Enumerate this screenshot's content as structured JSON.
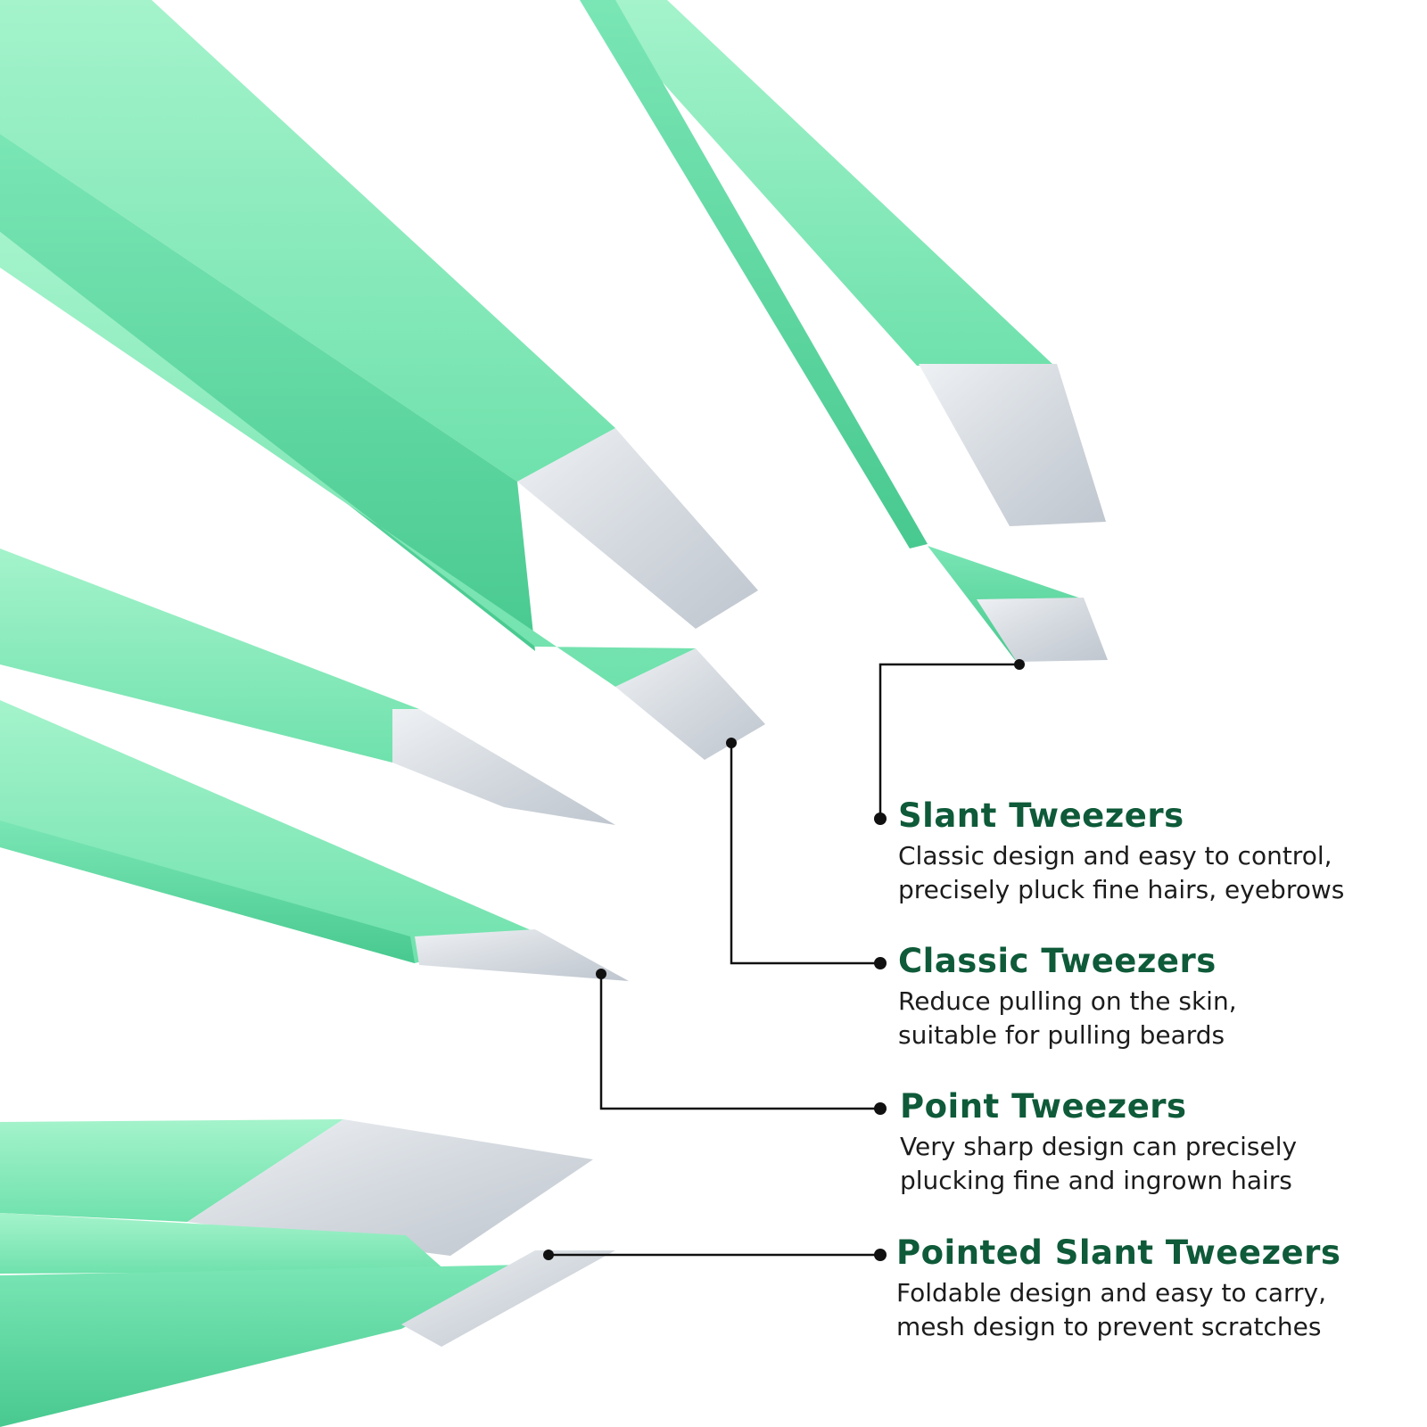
{
  "colors": {
    "title_green": "#0e5a39",
    "handle_light": "#9cf0c4",
    "handle_mid": "#6fe2ad",
    "handle_dark": "#4fcf97",
    "steel_light": "#e3e7ec",
    "steel_dark": "#b7bec8",
    "leader_line": "#111111"
  },
  "features": [
    {
      "title": "Slant Tweezers",
      "description_lines": [
        "Classic design and easy to control,",
        "precisely pluck fine hairs, eyebrows"
      ]
    },
    {
      "title": "Classic Tweezers",
      "description_lines": [
        "Reduce pulling on the skin,",
        "suitable for pulling beards"
      ]
    },
    {
      "title": "Point Tweezers",
      "description_lines": [
        "Very sharp design can precisely",
        "plucking fine and ingrown hairs"
      ]
    },
    {
      "title": "Pointed Slant Tweezers",
      "description_lines": [
        "Foldable design and easy to carry,",
        "mesh design to prevent scratches"
      ]
    }
  ]
}
